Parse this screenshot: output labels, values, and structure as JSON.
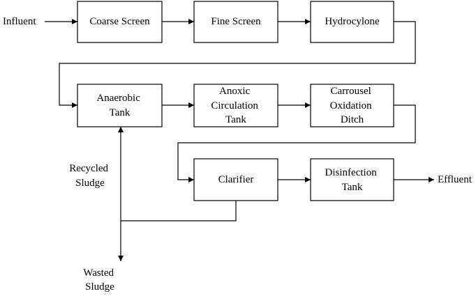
{
  "nodes": {
    "coarse_screen": "Coarse Screen",
    "fine_screen": "Fine Screen",
    "hydrocylone": "Hydrocylone",
    "anaerobic_tank": [
      "Anaerobic",
      "Tank"
    ],
    "anoxic_tank": [
      "Anoxic",
      "Circulation",
      "Tank"
    ],
    "carrousel_ditch": [
      "Carrousel",
      "Oxidation",
      "Ditch"
    ],
    "clarifier": "Clarifier",
    "disinfection_tank": [
      "Disinfection",
      "Tank"
    ]
  },
  "terminals": {
    "influent": "Influent",
    "effluent": "Effluent",
    "recycled_sludge": [
      "Recycled",
      "Sludge"
    ],
    "wasted_sludge": [
      "Wasted",
      "Sludge"
    ]
  },
  "colors": {
    "stroke": "#000000",
    "fill": "#ffffff",
    "text": "#000000"
  }
}
